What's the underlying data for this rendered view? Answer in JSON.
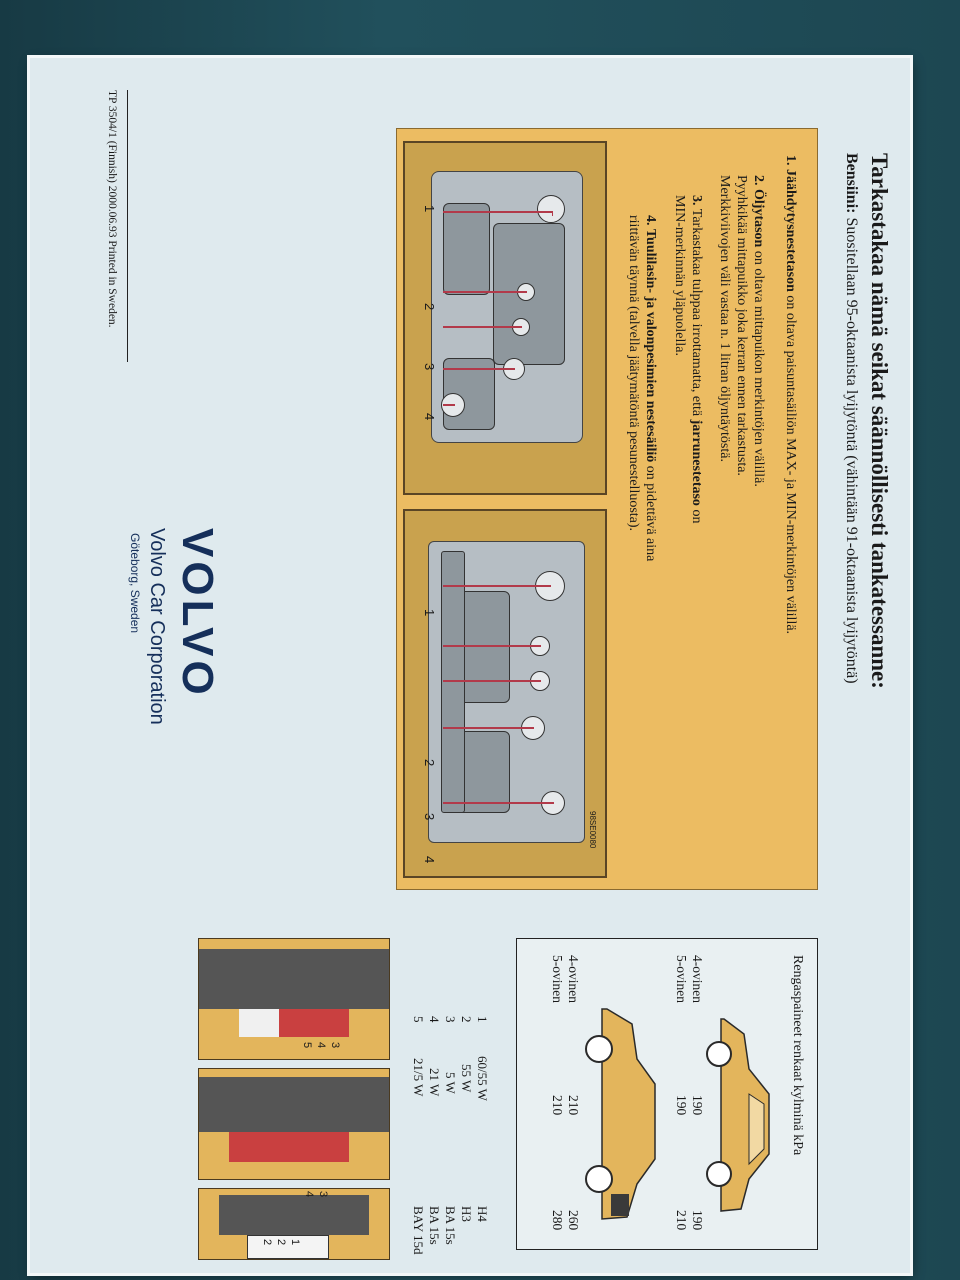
{
  "page": {
    "title": "Tarkastakaa nämä seikat säännöllisesti tankatessanne:",
    "fuel_label": "Bensiini:",
    "fuel_text": "Suositellaan 95-oktaanista lyijytöntä (vähintään 91-oktaanista lyijytöntä)"
  },
  "steps": [
    {
      "num": "1.",
      "bold": "Jäähdytysnestetason",
      "rest": " on oltava paisuntasäiliön MAX- ja MIN-merkintöjen välillä."
    },
    {
      "num": "2.",
      "bold": "Öljytason",
      "rest": " on oltava mittapuikon merkintöjen välillä.",
      "line2": "Pyyhkikää mittapuikko jokа kerran ennen tarkastusta.",
      "line3": "Merkkiviivojen väli vastaa n. 1 litran öljyntäytöstä."
    },
    {
      "num": "3.",
      "pre": "Tarkastakaa tulppaa irrottamatta, että ",
      "bold": "jarrunestetaso",
      "rest": " on",
      "line2": "MIN-merkinnän yläpuolella."
    },
    {
      "num": "4.",
      "bold": "Tuulilasin- ja valonpesimien nestesäiliö",
      "rest": " on pidettävä aina",
      "line2": "riittävän täynnä (talvella jäätymätöntä pesunestelluosta)."
    }
  ],
  "callouts": [
    "1",
    "2",
    "3",
    "4"
  ],
  "diagram_code": "98SE0080",
  "brand": {
    "logo": "VOLVO",
    "corporation": "Volvo Car Corporation",
    "city": "Göteborg, Sweden"
  },
  "doc_id": "TP 3504/1 (Finnish) 2000.06.93 Printed in Sweden.",
  "tyres": {
    "title": "Rengaspaineet renkaat kylminä kPa",
    "rows_a": [
      {
        "label": "4-ovinen",
        "front": "190",
        "rear": "190"
      },
      {
        "label": "5-ovinen",
        "front": "190",
        "rear": "210"
      }
    ],
    "rows_b": [
      {
        "label": "4-ovinen",
        "front": "210",
        "rear": "260"
      },
      {
        "label": "5-ovinen",
        "front": "210",
        "rear": "280"
      }
    ]
  },
  "bulbs": [
    {
      "num": "1",
      "watt": "60/55 W",
      "type": "H4"
    },
    {
      "num": "2",
      "watt": "55 W",
      "type": "H3"
    },
    {
      "num": "3",
      "watt": "5 W",
      "type": "BA 15s"
    },
    {
      "num": "4",
      "watt": "21 W",
      "type": "BA 15s"
    },
    {
      "num": "5",
      "watt": "21/5 W",
      "type": "BAY 15d"
    }
  ],
  "lamp_labels": {
    "a": [
      "3",
      "4",
      "5"
    ],
    "b": [
      "3",
      "4",
      "1",
      "2",
      "2"
    ]
  },
  "colors": {
    "panel": "#ecbc62",
    "brand_blue": "#152f5a",
    "callout_red": "#b23a4a",
    "paper": "#dfeaee"
  }
}
